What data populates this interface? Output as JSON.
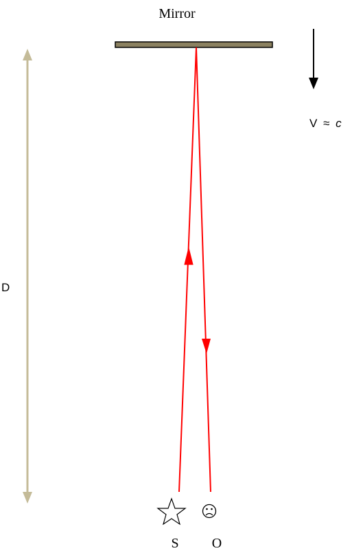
{
  "labels": {
    "mirror": "Mirror",
    "velocity_symbol": "V",
    "velocity_approx": "≈",
    "velocity_c": "c",
    "distance": "D",
    "source": "S",
    "observer": "O",
    "observer_face": "☹"
  },
  "colors": {
    "mirror_fill": "#8b8160",
    "mirror_stroke": "#000000",
    "distance_arrow": "#c4bb98",
    "light_ray": "#ff0000",
    "velocity_arrow": "#000000",
    "text": "#000000"
  },
  "icons": {
    "source": "star-outline-icon",
    "observer": "frowning-face-icon",
    "velocity": "arrow-down-icon"
  }
}
